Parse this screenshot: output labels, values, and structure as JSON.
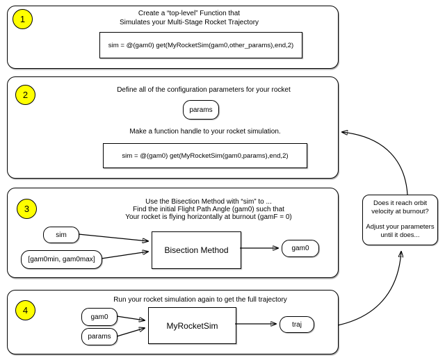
{
  "diagram": {
    "steps": [
      {
        "number": "1",
        "title_line1": "Create a “top-level” Function that",
        "title_line2": "Simulates your Multi-Stage Rocket Trajectory",
        "code": "sim = @(gam0) get(MyRocketSim(gam0,other_params),end,2)"
      },
      {
        "number": "2",
        "title": "Define all of the configuration parameters for your rocket",
        "param_node": "params",
        "subtitle": "Make a function handle to your rocket simulation.",
        "code": "sim = @(gam0) get(MyRocketSim(gam0,params),end,2)"
      },
      {
        "number": "3",
        "title_line1": "Use the Bisection Method with “sim” to ...",
        "title_line2": "Find the initial Flight Path Angle (gam0) such that",
        "title_line3": "Your rocket is flying horizontally at burnout (gamF = 0)",
        "input_node1": "sim",
        "input_node2": "[gam0min, gam0max]",
        "process_node": "Bisection Method",
        "output_node": "gam0"
      },
      {
        "number": "4",
        "title": "Run your rocket simulation again to get the full trajectory",
        "input_node1": "gam0",
        "input_node2": "params",
        "process_node": "MyRocketSim",
        "output_node": "traj"
      }
    ],
    "feedback_note": {
      "question": "Does it reach orbit velocity at burnout?",
      "instruction": "Adjust your parameters until it does..."
    },
    "colors": {
      "badge_fill": "#ffff00",
      "line": "#000000",
      "background": "#ffffff"
    }
  }
}
